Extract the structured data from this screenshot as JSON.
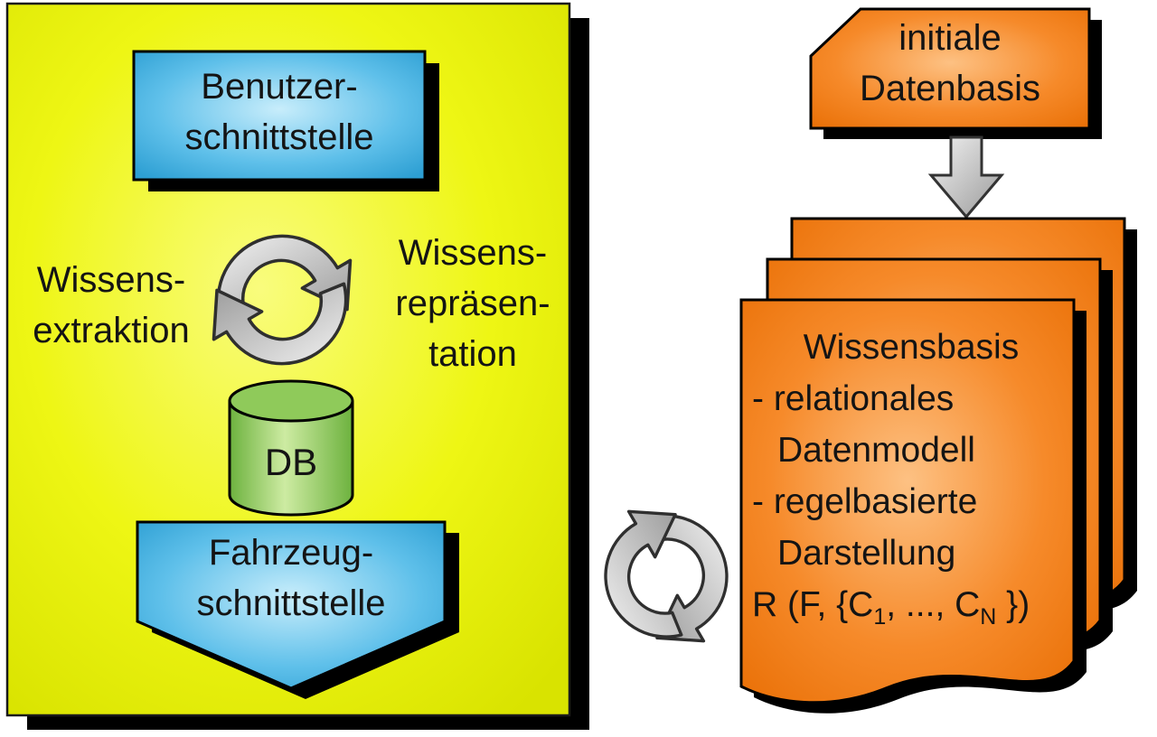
{
  "left_panel": {
    "user_interface_box": {
      "line1": "Benutzer-",
      "line2": "schnittstelle"
    },
    "extraction_label": {
      "line1": "Wissens-",
      "line2": "extraktion"
    },
    "representation_label": {
      "line1": "Wissens-",
      "line2": "repräsen-",
      "line3": "tation"
    },
    "db_label": "DB",
    "vehicle_interface_box": {
      "line1": "Fahrzeug-",
      "line2": "schnittstelle"
    }
  },
  "right_panel": {
    "initial_database_box": {
      "line1": "initiale",
      "line2": "Datenbasis"
    },
    "knowledge_base_page": {
      "title": "Wissensbasis",
      "item1": "- relationales",
      "item2": "Datenmodell",
      "item3": "- regelbasierte",
      "item4": "Darstellung",
      "rule": {
        "p1": "R (F, {C",
        "s1": "1",
        "p2": ", ..., C",
        "s2": "N",
        "p3": " })"
      }
    }
  },
  "icons": {
    "top_cycle": "cycle-arrows-icon",
    "middle_cycle": "cycle-arrows-icon",
    "down_arrow": "down-arrow-icon",
    "database": "database-cylinder-icon"
  },
  "colors": {
    "panel_yellow": "#e9f21b",
    "box_blue": "#58bbe8",
    "box_orange": "#f5831f",
    "db_green": "#8cc63f",
    "arrow_gray": "#c9c9c9",
    "shadow_black": "#000000"
  }
}
